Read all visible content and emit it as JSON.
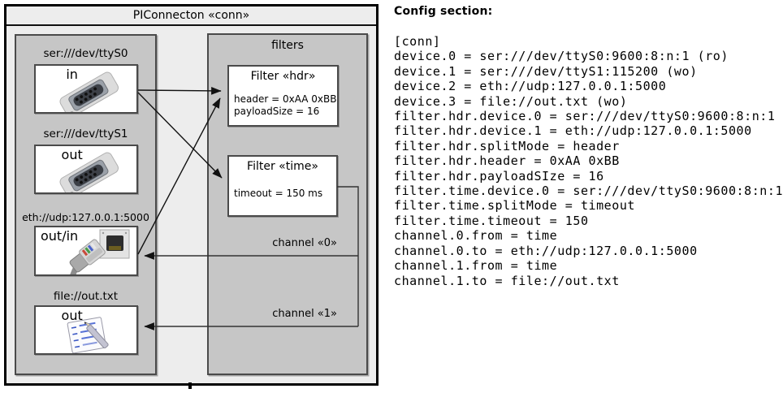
{
  "diagram": {
    "title": "PIConnecton «conn»",
    "filters_title": "filters",
    "devices": [
      {
        "label": "ser:///dev/ttyS0",
        "mode": "in",
        "icon": "serial-connector-icon"
      },
      {
        "label": "ser:///dev/ttyS1",
        "mode": "out",
        "icon": "serial-connector-icon"
      },
      {
        "label": "eth://udp:127.0.0.1:5000",
        "mode": "out/in",
        "icon": "ethernet-connector-icon"
      },
      {
        "label": "file://out.txt",
        "mode": "out",
        "icon": "notepad-icon"
      }
    ],
    "filters": [
      {
        "title": "Filter «hdr»",
        "props": {
          "0": "header = 0xAA 0xBB",
          "1": "payloadSize = 16"
        }
      },
      {
        "title": "Filter «time»",
        "props": {
          "0": "timeout = 150 ms"
        }
      }
    ],
    "channels": [
      {
        "label": "channel «0»"
      },
      {
        "label": "channel «1»"
      }
    ]
  },
  "config": {
    "heading": "Config section:",
    "lines": [
      "[conn]",
      "device.0 = ser:///dev/ttyS0:9600:8:n:1 (ro)",
      "device.1 = ser:///dev/ttyS1:115200 (wo)",
      "device.2 = eth://udp:127.0.0.1:5000",
      "device.3 = file://out.txt (wo)",
      "filter.hdr.device.0 = ser:///dev/ttyS0:9600:8:n:1",
      "filter.hdr.device.1 = eth://udp:127.0.0.1:5000",
      "filter.hdr.splitMode = header",
      "filter.hdr.header = 0xAA 0xBB",
      "filter.hdr.payloadSIze = 16",
      "filter.time.device.0 = ser:///dev/ttyS0:9600:8:n:1",
      "filter.time.splitMode = timeout",
      "filter.time.timeout = 150",
      "channel.0.from = time",
      "channel.0.to = eth://udp:127.0.0.1:5000",
      "channel.1.from = time",
      "channel.1.to = file://out.txt"
    ]
  },
  "colors": {
    "outer_bg": "#ededed",
    "panel_bg": "#c6c6c6",
    "box_bg": "#ffffff",
    "outer_border": "#000000",
    "panel_border": "#4a4a4a",
    "wire": "#111111",
    "text": "#000000"
  }
}
